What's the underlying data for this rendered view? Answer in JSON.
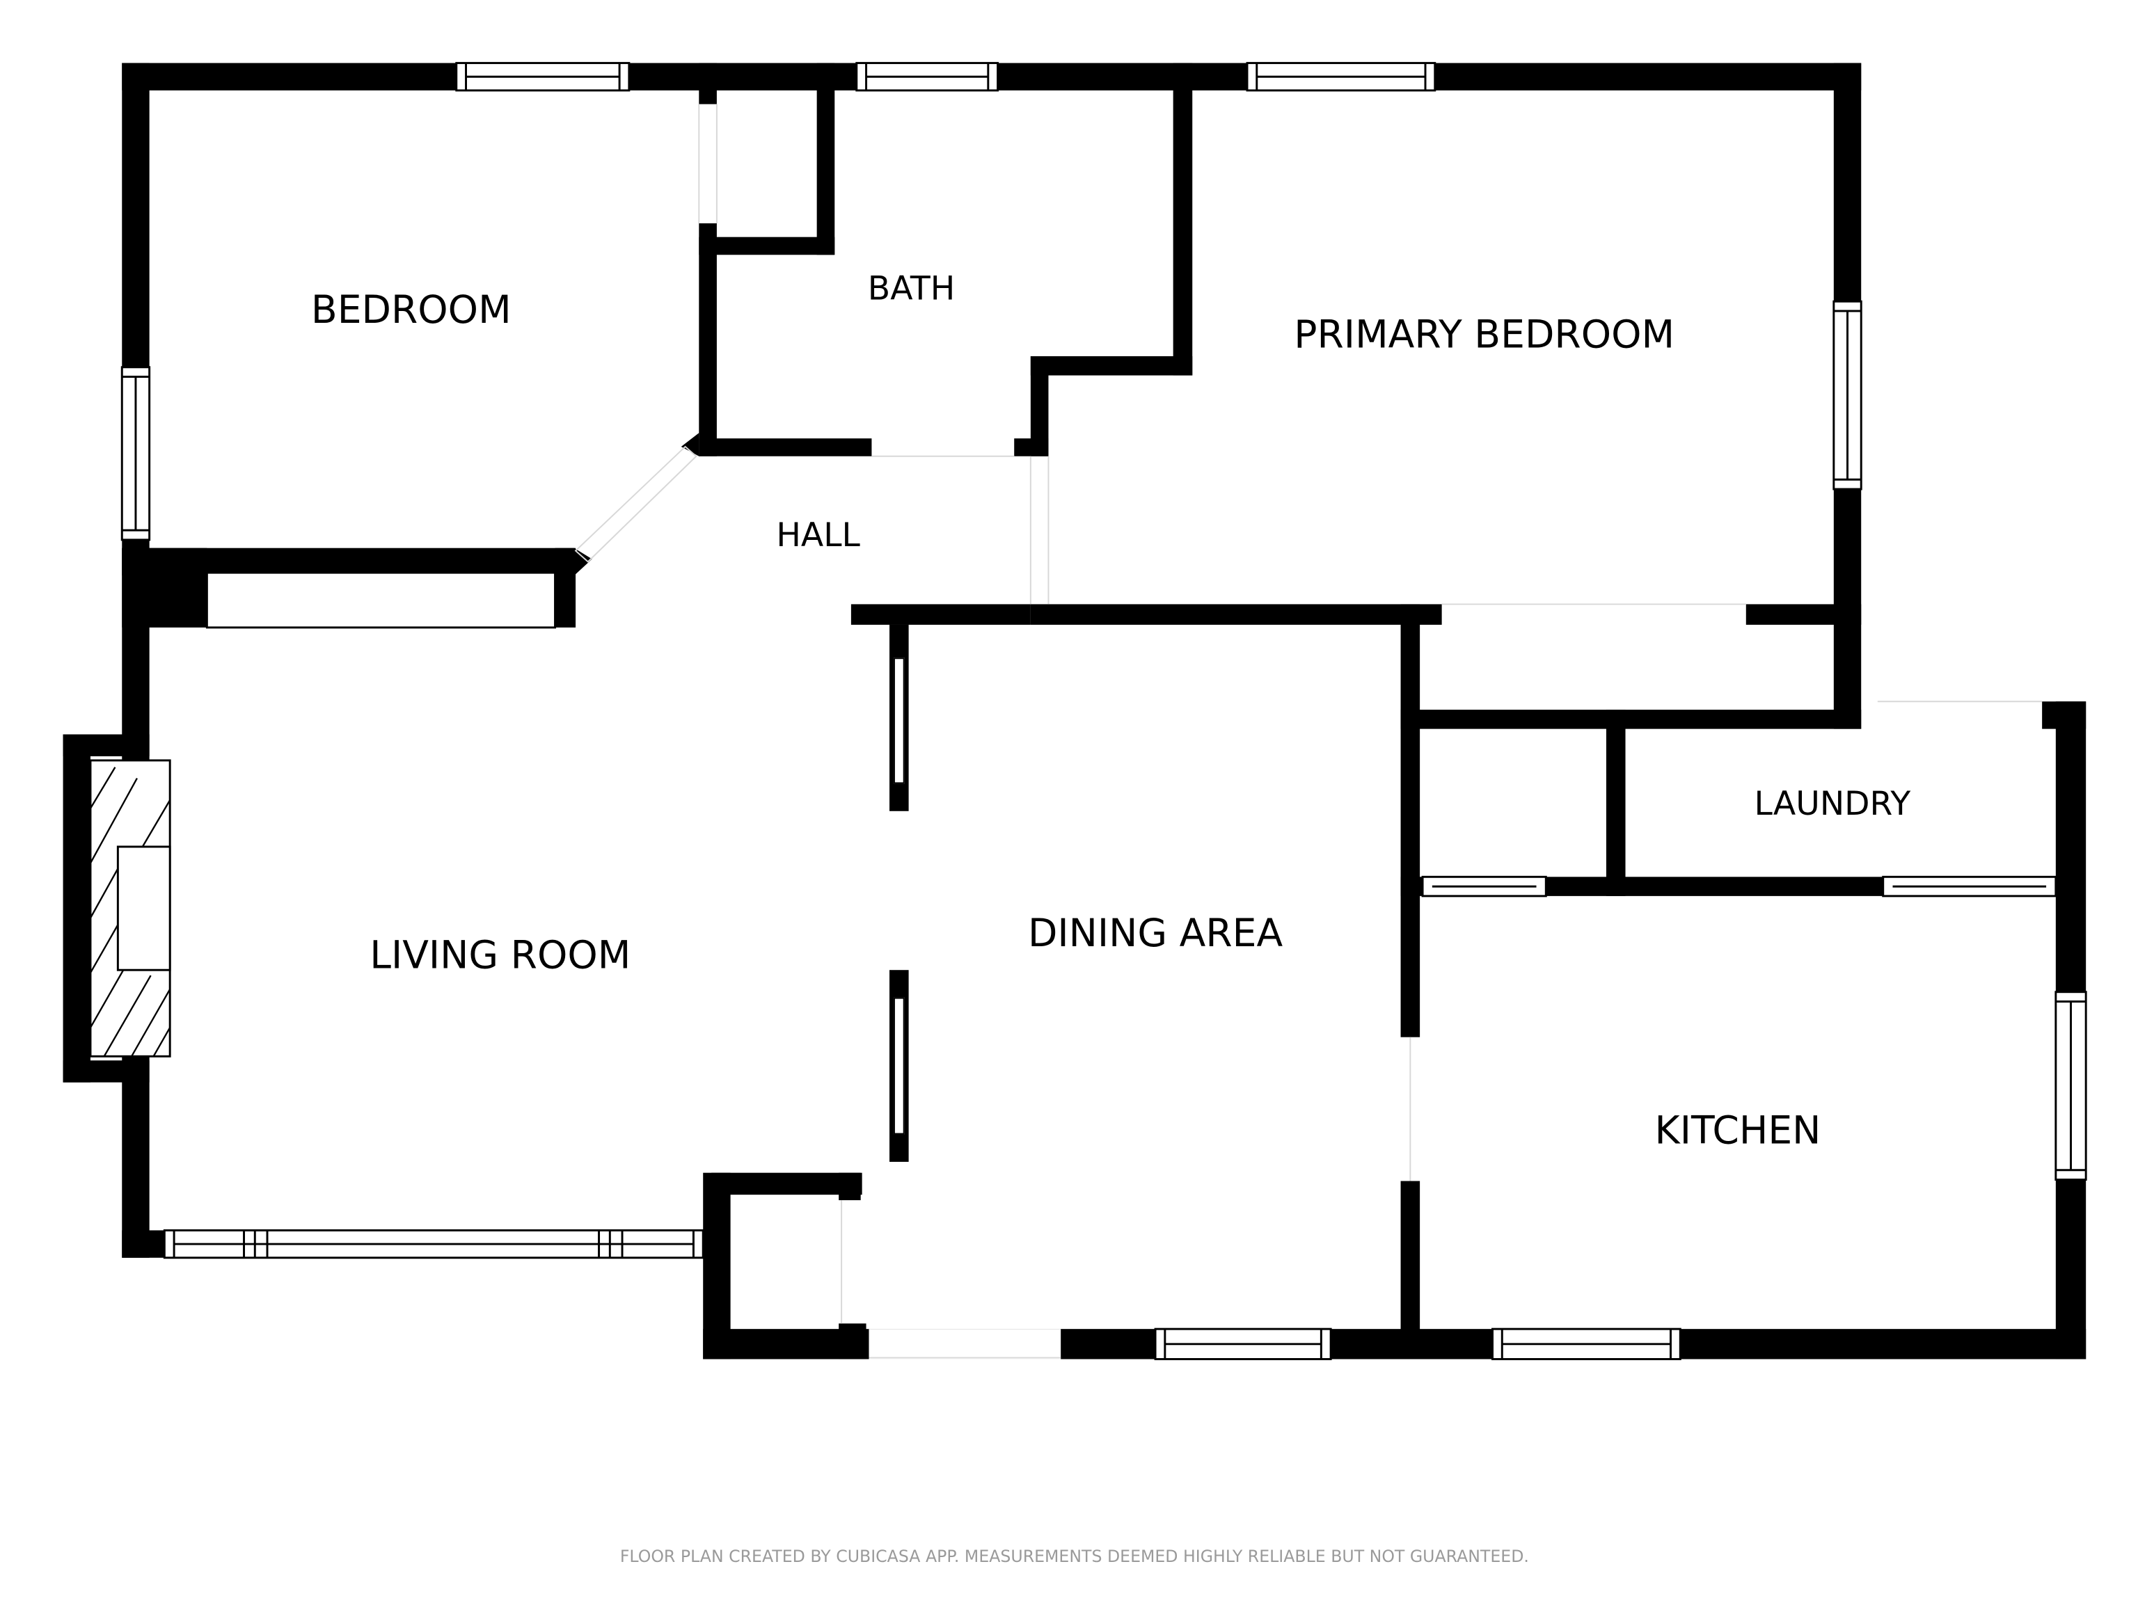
{
  "plan": {
    "rooms": {
      "bedroom": "BEDROOM",
      "bath": "BATH",
      "primary_bedroom": "PRIMARY BEDROOM",
      "hall": "HALL",
      "living_room": "LIVING ROOM",
      "dining_area": "DINING AREA",
      "laundry": "LAUNDRY",
      "kitchen": "KITCHEN"
    },
    "disclaimer": "FLOOR PLAN CREATED BY CUBICASA APP. MEASUREMENTS DEEMED HIGHLY RELIABLE BUT NOT GUARANTEED."
  },
  "colors": {
    "wall": "#000000",
    "background": "#ffffff",
    "disclaimer_text": "#9a9a9a"
  }
}
